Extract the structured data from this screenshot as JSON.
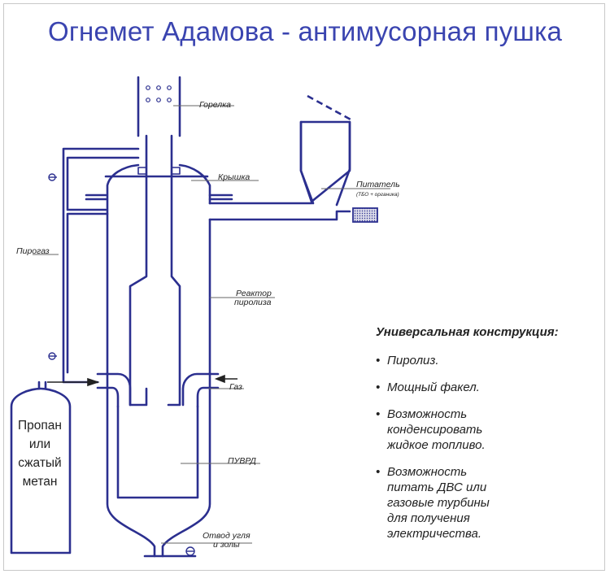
{
  "title": "Огнемет Адамова - антимусорная пушка",
  "labels": {
    "burner": "Горелка",
    "lid": "Крышка",
    "feeder": "Питатель",
    "feeder_note": "(ТБО + органика)",
    "pyrogas": "Пирогаз",
    "reactor_line1": "Реактор",
    "reactor_line2": "пиролиза",
    "gas": "Газ",
    "puvrd": "ПУВРД",
    "ash_line1": "Отвод угля",
    "ash_line2": "и золы"
  },
  "tank": {
    "line1": "Пропан",
    "line2": "или",
    "line3": "сжатый",
    "line4": "метан"
  },
  "features": {
    "heading": "Универсальная конструкция:",
    "items": [
      "Пиролиз.",
      "Мощный факел.",
      "Возможность\nконденсировать\nжидкое топливо.",
      "Возможность\nпитать ДВС или\nгазовые турбины\nдля получения\nэлектричества."
    ]
  },
  "colors": {
    "line": "#2b2f8f",
    "title": "#3a44b0",
    "leader": "#666666"
  }
}
